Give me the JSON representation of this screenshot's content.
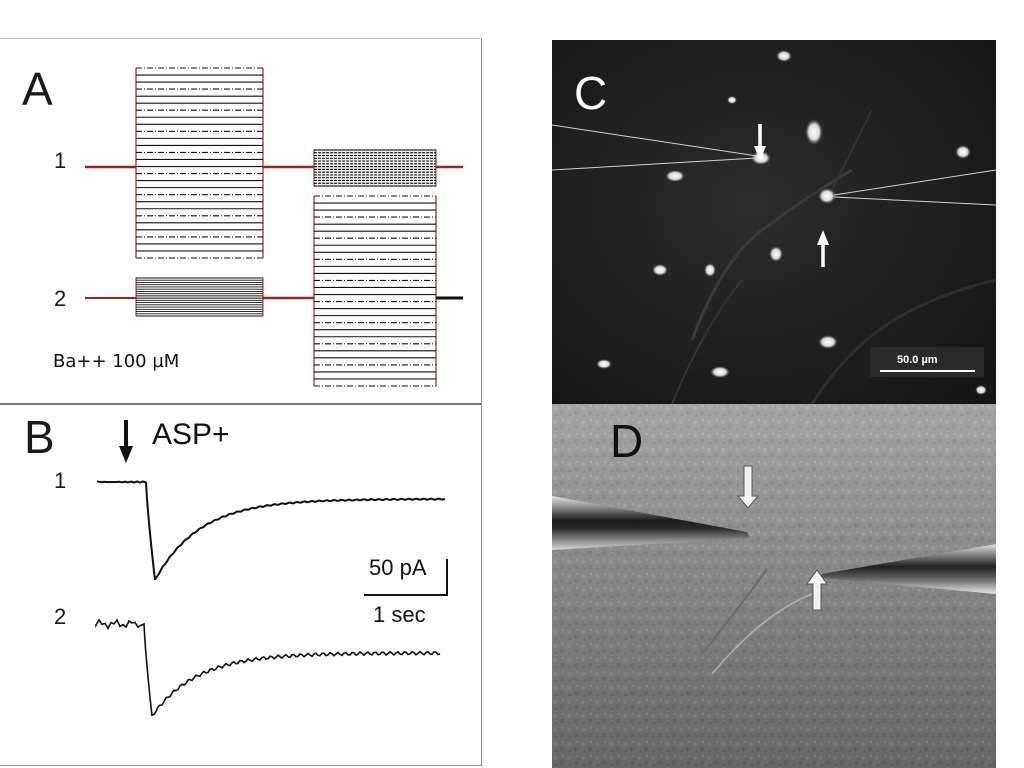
{
  "panels": {
    "a": {
      "letter": "A",
      "row1": "1",
      "row2": "2",
      "drug_label": "Ba++ 100 µM"
    },
    "b": {
      "letter": "B",
      "stimulus_label": "ASP+",
      "row1": "1",
      "row2": "2",
      "scale_current": "50 pA",
      "scale_time": "1 sec"
    },
    "c": {
      "letter": "C",
      "scale_bar_label": "50.0 µm"
    },
    "d": {
      "letter": "D"
    }
  },
  "colors": {
    "trace": "#111111",
    "trace_red": "#9b2222",
    "fluor_bg": "#1e1e1e",
    "dic_bg": "#8c8c8c"
  }
}
